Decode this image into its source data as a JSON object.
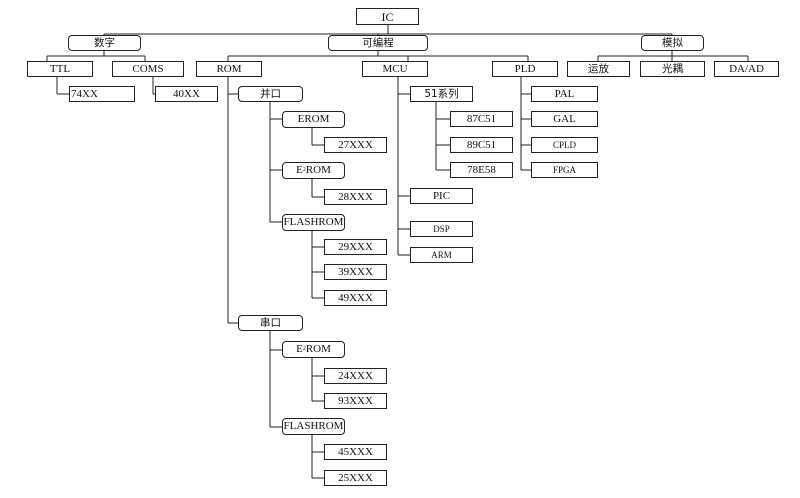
{
  "root": "IC",
  "categories": {
    "digital": "数字",
    "programmable": "可编程",
    "analog": "模拟"
  },
  "digital": {
    "ttl": "TTL",
    "ttl_item": "74XX",
    "coms": "COMS",
    "coms_item": "40XX"
  },
  "programmable": {
    "rom": "ROM",
    "mcu": "MCU",
    "pld": "PLD"
  },
  "rom": {
    "parallel": "并口",
    "erom": "EROM",
    "erom_item": "27XXX",
    "e2rom_prefix": "E",
    "e2rom_sup": "2",
    "e2rom_suffix": "ROM",
    "e2rom_item": "28XXX",
    "flashrom": "FLASHROM",
    "flash_items": [
      "29XXX",
      "39XXX",
      "49XXX"
    ],
    "serial": "串口",
    "serial_e2rom_prefix": "E",
    "serial_e2rom_sup": "2",
    "serial_e2rom_suffix": "ROM",
    "serial_e2rom_items": [
      "24XXX",
      "93XXX"
    ],
    "serial_flashrom": "FLASHROM",
    "serial_flash_items": [
      "45XXX",
      "25XXX"
    ]
  },
  "mcu": {
    "series51": "51系列",
    "series51_items": [
      "87C51",
      "89C51",
      "78E58"
    ],
    "pic": "PIC",
    "dsp": "DSP",
    "arm": "ARM"
  },
  "pld": {
    "items": [
      "PAL",
      "GAL",
      "CPLD",
      "FPGA"
    ]
  },
  "analog": {
    "op_amp": "运放",
    "optocoupler": "光耦",
    "da_ad": "DA/AD"
  }
}
